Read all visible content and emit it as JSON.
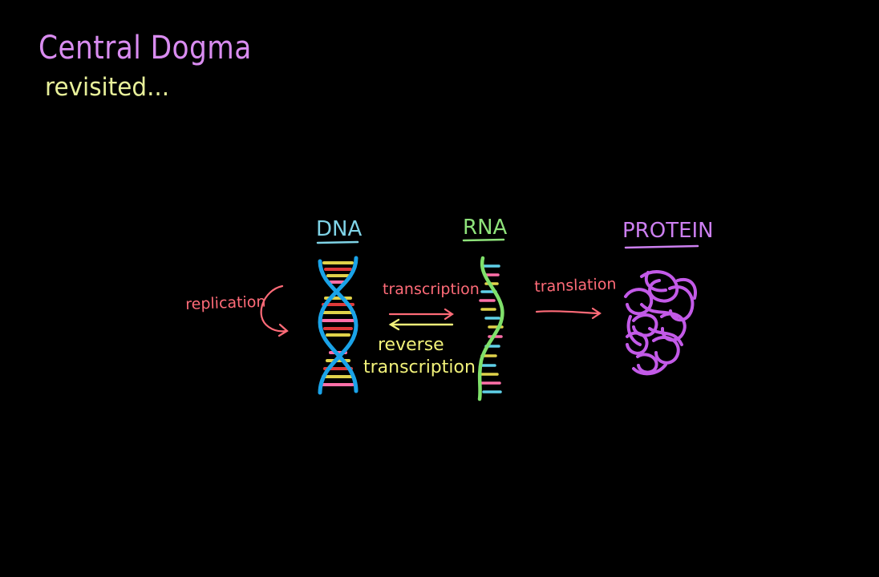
{
  "header": {
    "title": "Central Dogma",
    "subtitle": "revisited..."
  },
  "diagram": {
    "nodes": {
      "dna": "DNA",
      "rna": "RNA",
      "protein": "PROTEIN"
    },
    "processes": {
      "replication": "replication",
      "transcription": "transcription",
      "translation": "translation",
      "reverse_transcription_line1": "reverse",
      "reverse_transcription_line2": "transcription"
    }
  },
  "colors": {
    "background": "#000000",
    "title": "#d98cf0",
    "subtitle": "#e8f09a",
    "dna_label": "#7fd3e6",
    "rna_label": "#8ee27a",
    "protein_label": "#cc7ff0",
    "process_label": "#ff6b78",
    "reverse_label": "#f2f27a",
    "dna_backbone": "#1aa3e8",
    "rna_backbone": "#7fe06a",
    "protein_blob": "#c35ae8"
  }
}
